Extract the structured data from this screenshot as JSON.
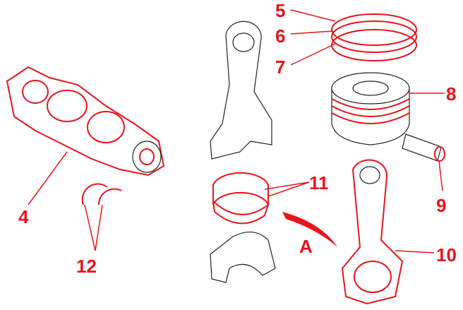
{
  "labels": {
    "crankshaft": "4",
    "ring_top": "5",
    "ring_second": "6",
    "ring_oil": "7",
    "piston": "8",
    "piston_pin": "9",
    "connecting_rod": "10",
    "rod_bearing": "11",
    "thrust_washers": "12",
    "arrow_view": "A"
  },
  "colors": {
    "accent": "#e8141c",
    "line": "#222222"
  }
}
